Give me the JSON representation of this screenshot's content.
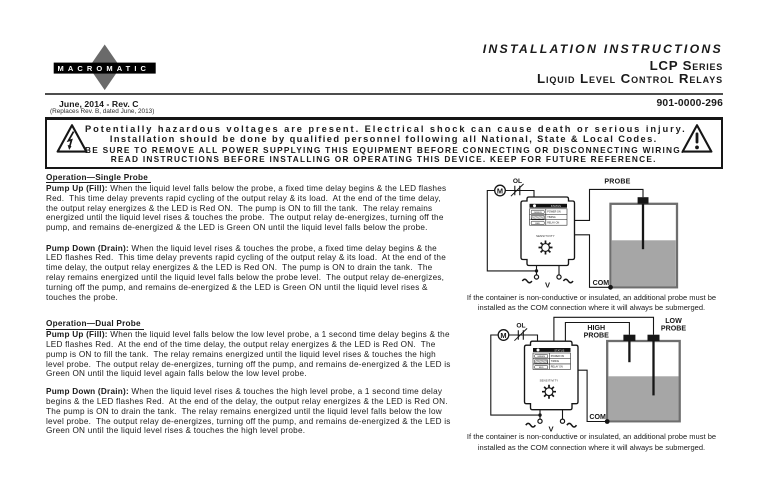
{
  "page": {
    "background": "#ffffff",
    "ink": "#1a1a1a"
  },
  "header": {
    "logo": {
      "brand": "MACROMATIC"
    },
    "title": {
      "line1": "INSTALLATION INSTRUCTIONS",
      "line2": "LCP Series",
      "line3": "Liquid Level Control Relays"
    },
    "revision": "June, 2014 - Rev. C",
    "revision_note": "(Replaces Rev. B, dated June, 2013)",
    "doc_number": "901-0000-296"
  },
  "warning": {
    "line1": "Potentially hazardous voltages are present.  Electrical shock can cause death or serious injury.",
    "line2": "Installation should be done by qualified personnel following all National, State & Local Codes.",
    "line3": "BE SURE TO REMOVE ALL POWER SUPPLYING THIS EQUIPMENT BEFORE CONNECTING OR DISCONNECTING WIRING.",
    "line4": "READ INSTRUCTIONS BEFORE INSTALLING OR OPERATING THIS DEVICE.  KEEP FOR FUTURE REFERENCE."
  },
  "sections": [
    {
      "heading": "Operation—Single Probe",
      "paragraphs": [
        {
          "lead": "Pump Up (Fill):",
          "text": " When the liquid level falls below the probe, a fixed time delay begins & the LED flashes Red.  This time delay prevents rapid cycling of the output relay & its load.  At the end of the time delay, the output relay energizes & the LED is Red ON.  The pump is ON to fill the tank.  The relay remains energized until the liquid level rises & touches the probe.  The output relay de-energizes, turning off the pump, and remains de-energized & the LED is Green ON until the liquid level falls below the probe."
        },
        {
          "lead": "Pump Down (Drain):",
          "text": " When the liquid level rises & touches the probe, a fixed time delay begins & the LED flashes Red.  This time delay prevents rapid cycling of the output relay & its load.  At the end of the time delay, the output relay energizes & the LED is Red ON.  The pump is ON to drain the tank.  The relay remains energized until the liquid level falls below the probe level.  The output relay de-energizes, turning off the pump, and remains de-energized & the LED is Green ON until the liquid level rises & touches the probe."
        }
      ]
    },
    {
      "heading": "Operation—Dual Probe",
      "paragraphs": [
        {
          "lead": "Pump Up (Fill):",
          "text": " When the liquid level falls below the low level probe, a 1 second time delay begins & the LED flashes Red.  At the end of the time delay, the output relay energizes & the LED is Red ON.  The pump is ON to fill the tank.  The relay remains energized until the liquid level rises & touches the high level probe.  The output relay de-energizes, turning off the pump, and remains de-energized & the LED is Green ON until the liquid level again falls below the low level probe."
        },
        {
          "lead": "Pump Down (Drain):",
          "text": " When the liquid level rises & touches the high level probe, a 1 second time delay begins & the LED flashes Red.  At the end of the delay, the output relay energizes & the LED is Red ON.  The pump is ON to drain the tank.  The relay remains energized until the liquid level falls below the low level probe.  The output relay de-energizes, turning off the pump, and remains de-energized & the LED is Green ON until the liquid level rises & touches the high level probe."
        }
      ]
    }
  ],
  "diagram_labels": {
    "motor": "M",
    "overload": "OL",
    "probe": "PROBE",
    "com": "COM",
    "high_probe_line1": "HIGH",
    "high_probe_line2": "PROBE",
    "low_probe_line1": "LOW",
    "low_probe_line2": "PROBE",
    "voltage": "V",
    "ac_symbol": "~",
    "relay": {
      "status": "STATUS",
      "green": "GREEN",
      "power_on": "POWER ON",
      "timing": "TIMING",
      "red": "RED",
      "relay_on": "RELAY ON",
      "sensitivity": "SENSITIVITY"
    }
  },
  "diagram_caption": "If the container is non-conductive or insulated, an additional probe must be installed as the COM connection where it will always be submerged.",
  "colors": {
    "tank_outline": "#6e6e6e",
    "liquid_fill": "#a6a6a6",
    "logo_diamond": "#6a6a6a",
    "logo_bar": "#000000"
  }
}
